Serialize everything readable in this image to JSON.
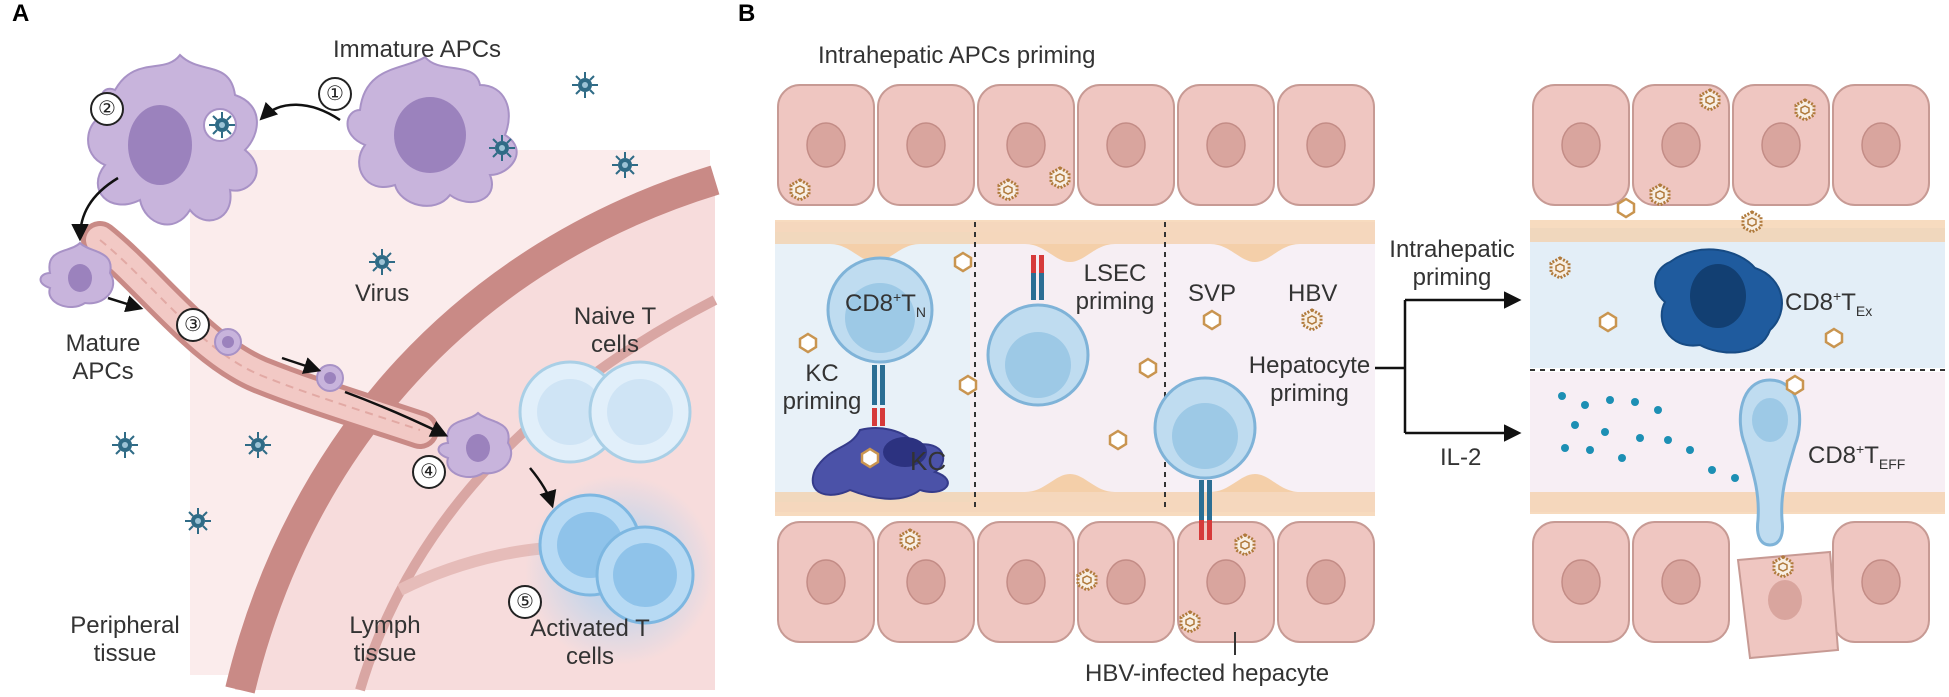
{
  "panel_a": {
    "letter": "A",
    "immature_apcs": "Immature APCs",
    "virus": "Virus",
    "mature_apcs": [
      "Mature",
      "APCs"
    ],
    "naive_t_cells": [
      "Naive T",
      "cells"
    ],
    "activated_t_cells": [
      "Activated T",
      "cells"
    ],
    "peripheral_tissue": [
      "Peripheral",
      "tissue"
    ],
    "lymph_tissue": [
      "Lymph",
      "tissue"
    ],
    "steps": [
      "①",
      "②",
      "③",
      "④",
      "⑤"
    ]
  },
  "panel_b": {
    "letter": "B",
    "intrahepatic_apcs_priming": "Intrahepatic APCs priming",
    "cd8_tn": {
      "base": "CD8",
      "sup": "+",
      "T": "T",
      "sub": "N"
    },
    "kc_priming": [
      "KC",
      "priming"
    ],
    "kc": "KC",
    "lsec_priming": [
      "LSEC",
      "priming"
    ],
    "svp": "SVP",
    "hbv": "HBV",
    "hepatocyte_priming": [
      "Hepatocyte",
      "priming"
    ],
    "hbv_infected_hepacyte": "HBV-infected hepacyte",
    "intrahepatic_priming": [
      "Intrahepatic",
      "priming"
    ],
    "il2": "IL-2",
    "cd8_tex": {
      "base": "CD8",
      "sup": "+",
      "T": "T",
      "sub": "Ex"
    },
    "cd8_teff": {
      "base": "CD8",
      "sup": "+",
      "T": "T",
      "sub": "EFF"
    }
  },
  "colors": {
    "apc": "#c8b4dc",
    "apc_nucleus": "#9b82bd",
    "virus": "#2f6b86",
    "tissue": "#c98a86",
    "hepatocyte": "#efc6c1",
    "hepatocyte_nucleus": "#d9a59e",
    "sinusoid": "#e6f0f7",
    "t_cell": "#a9cfe6",
    "kc": "#4b52a8",
    "exhausted": "#1f5b9e",
    "cytokine": "#1c8fb4"
  }
}
